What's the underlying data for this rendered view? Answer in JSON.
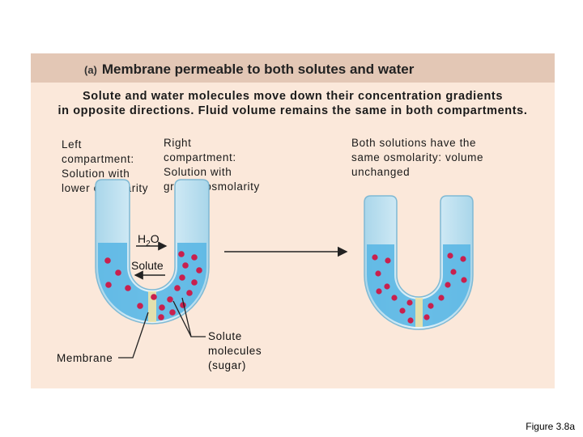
{
  "header": {
    "label": "(a)",
    "title": "Membrane permeable to both solutes and water"
  },
  "description": {
    "line1": "Solute and water molecules move down their concentration gradients",
    "line2": "in opposite directions. Fluid volume remains the same in both compartments."
  },
  "left_compartment": {
    "line1": "Left",
    "line2": "compartment:",
    "line3": "Solution with",
    "line4": "lower osmolarity"
  },
  "right_compartment": {
    "line1": "Right",
    "line2": "compartment:",
    "line3": "Solution with",
    "line4": "greater osmolarity"
  },
  "result": {
    "line1": "Both solutions have the",
    "line2": "same osmolarity: volume",
    "line3": "unchanged"
  },
  "labels": {
    "water_main": "H",
    "water_sub": "2",
    "water_tail": "O",
    "solute": "Solute",
    "membrane": "Membrane",
    "molecules_line1": "Solute",
    "molecules_line2": "molecules",
    "molecules_line3": "(sugar)"
  },
  "figure_label": "Figure 3.8a",
  "colors": {
    "panel": "#fbe8da",
    "title_bar": "#e3c7b5",
    "solution": "#5bb7e4",
    "tube_glass": "#d3ecf6",
    "solute_dot": "#c8204e",
    "membrane": "#efe3a6"
  }
}
